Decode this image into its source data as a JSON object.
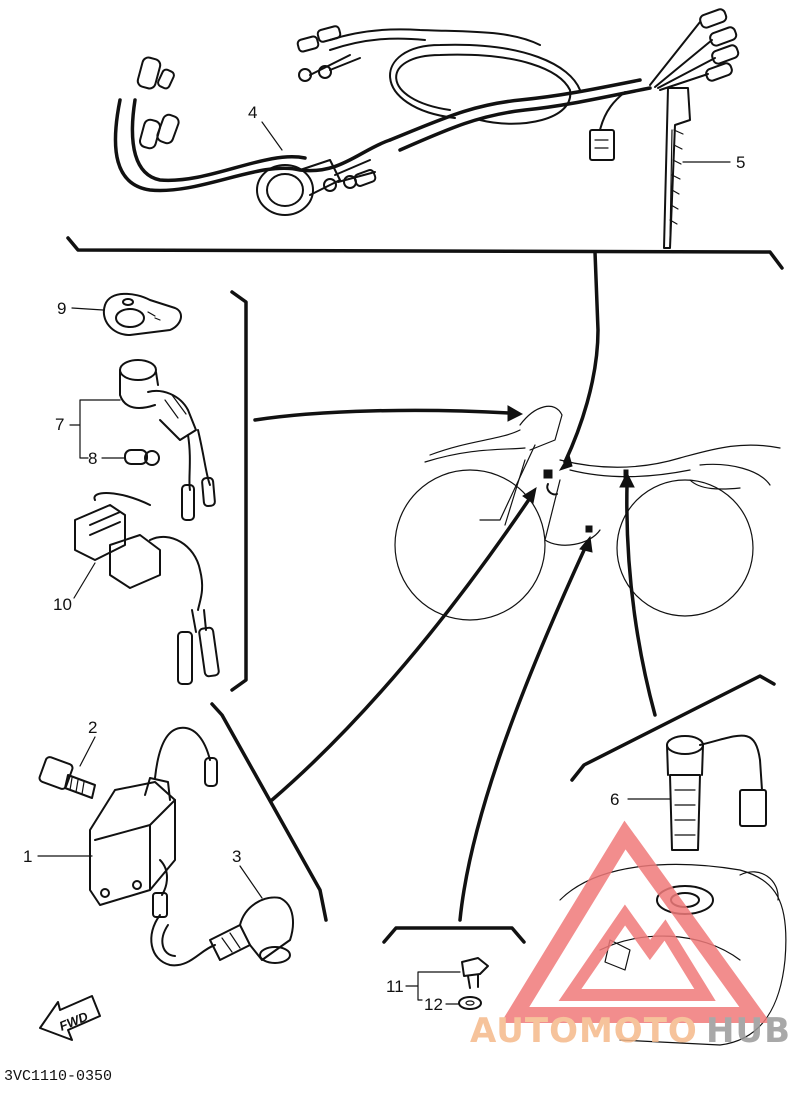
{
  "parts": [
    {
      "id": "1",
      "label": "1"
    },
    {
      "id": "2",
      "label": "2"
    },
    {
      "id": "3",
      "label": "3"
    },
    {
      "id": "4",
      "label": "4"
    },
    {
      "id": "5",
      "label": "5"
    },
    {
      "id": "6",
      "label": "6"
    },
    {
      "id": "7",
      "label": "7"
    },
    {
      "id": "8",
      "label": "8"
    },
    {
      "id": "9",
      "label": "9"
    },
    {
      "id": "10",
      "label": "10"
    },
    {
      "id": "11",
      "label": "11"
    },
    {
      "id": "12",
      "label": "12"
    }
  ],
  "direction_label": "FWD",
  "diagram_code": "3VC1110-0350",
  "watermark": {
    "part1": "AUTOMOTO",
    "part2": "HUB",
    "color1": "#f5b98a",
    "color2": "#9a9a9a",
    "triangle_color": "#f07a7a"
  },
  "line_color": "#111111"
}
